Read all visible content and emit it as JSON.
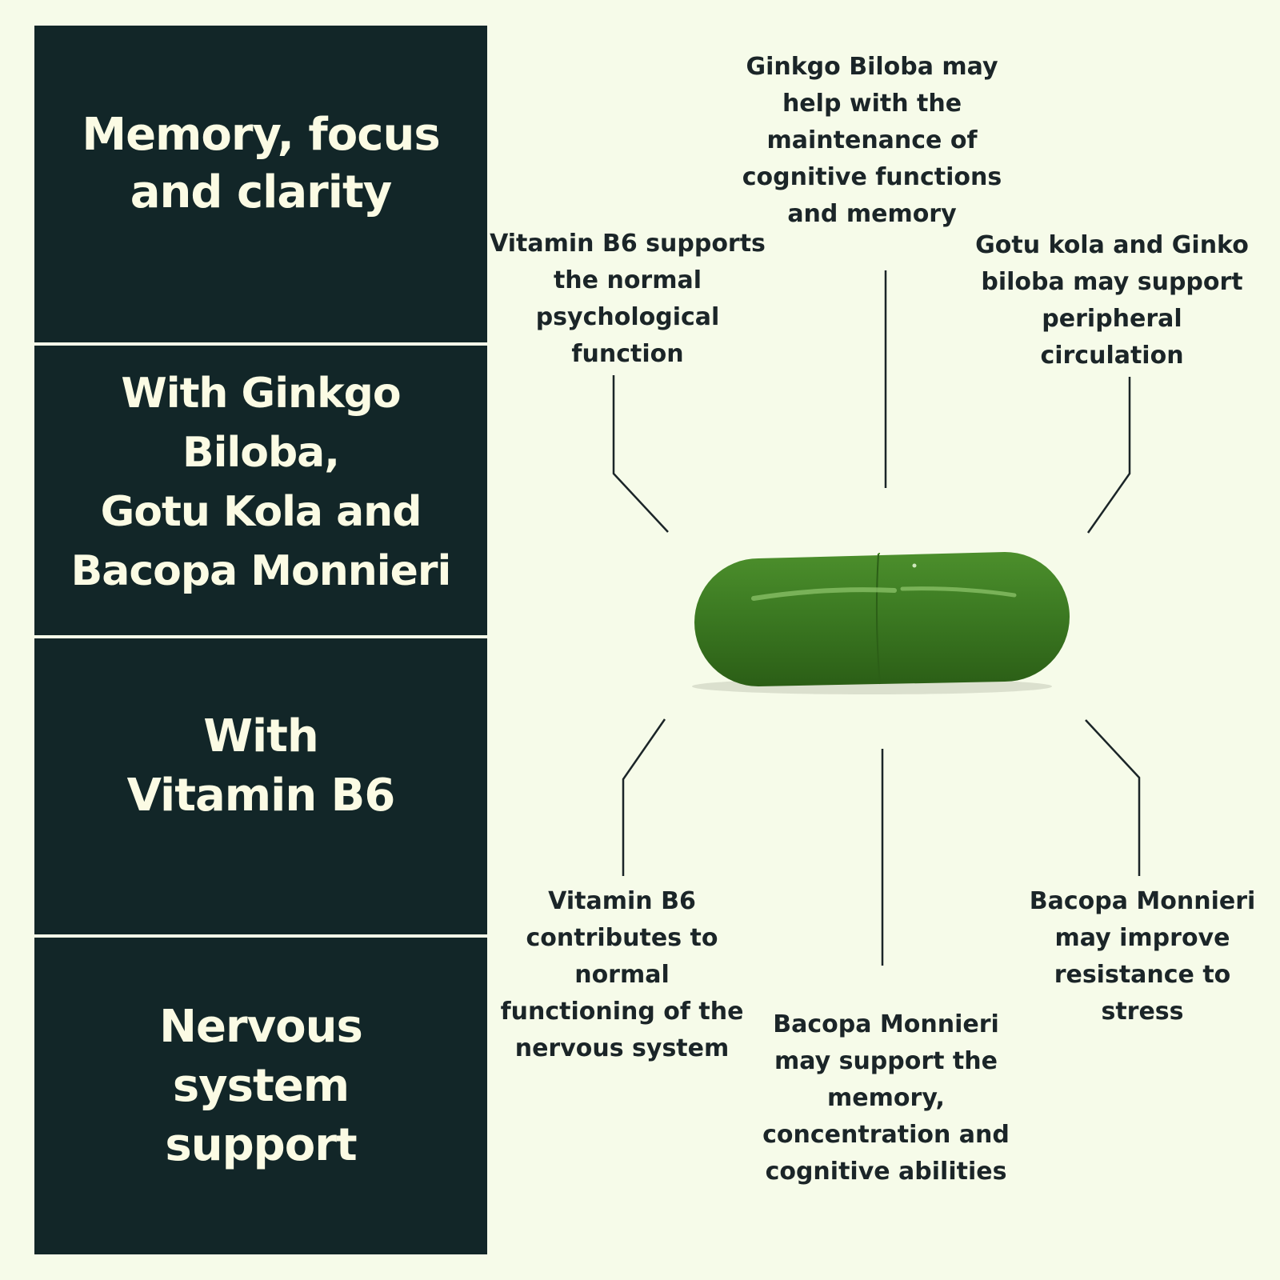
{
  "panels": {
    "p1": "Memory, focus\nand clarity",
    "p2": "With Ginkgo Biloba,\nGotu Kola and\nBacopa Monnieri",
    "p3": "With\nVitamin B6",
    "p4": "Nervous\nsystem\nsupport"
  },
  "notes": {
    "ginkgo_memory": "Ginkgo Biloba may\nhelp with the\nmaintenance of\ncognitive functions\nand memory",
    "b6_psych": "Vitamin B6 supports\nthe normal\npsychological\nfunction",
    "gotu_circ": "Gotu kola and Ginko\nbiloba may support\nperipheral\ncirculation",
    "b6_nervous": "Vitamin B6\ncontributes to\nnormal\nfunctioning of the\nnervous system",
    "bacopa_stress": "Bacopa Monnieri\nmay improve\nresistance to\nstress",
    "bacopa_memory": "Bacopa Monnieri\nmay support the\nmemory,\nconcentration and\ncognitive abilities"
  },
  "colors": {
    "background": "#f6fbe9",
    "panel": "#122628",
    "panel_text": "#fbfbe4",
    "capsule": "#3d7a22"
  },
  "icons": [
    "green-capsule-image"
  ]
}
